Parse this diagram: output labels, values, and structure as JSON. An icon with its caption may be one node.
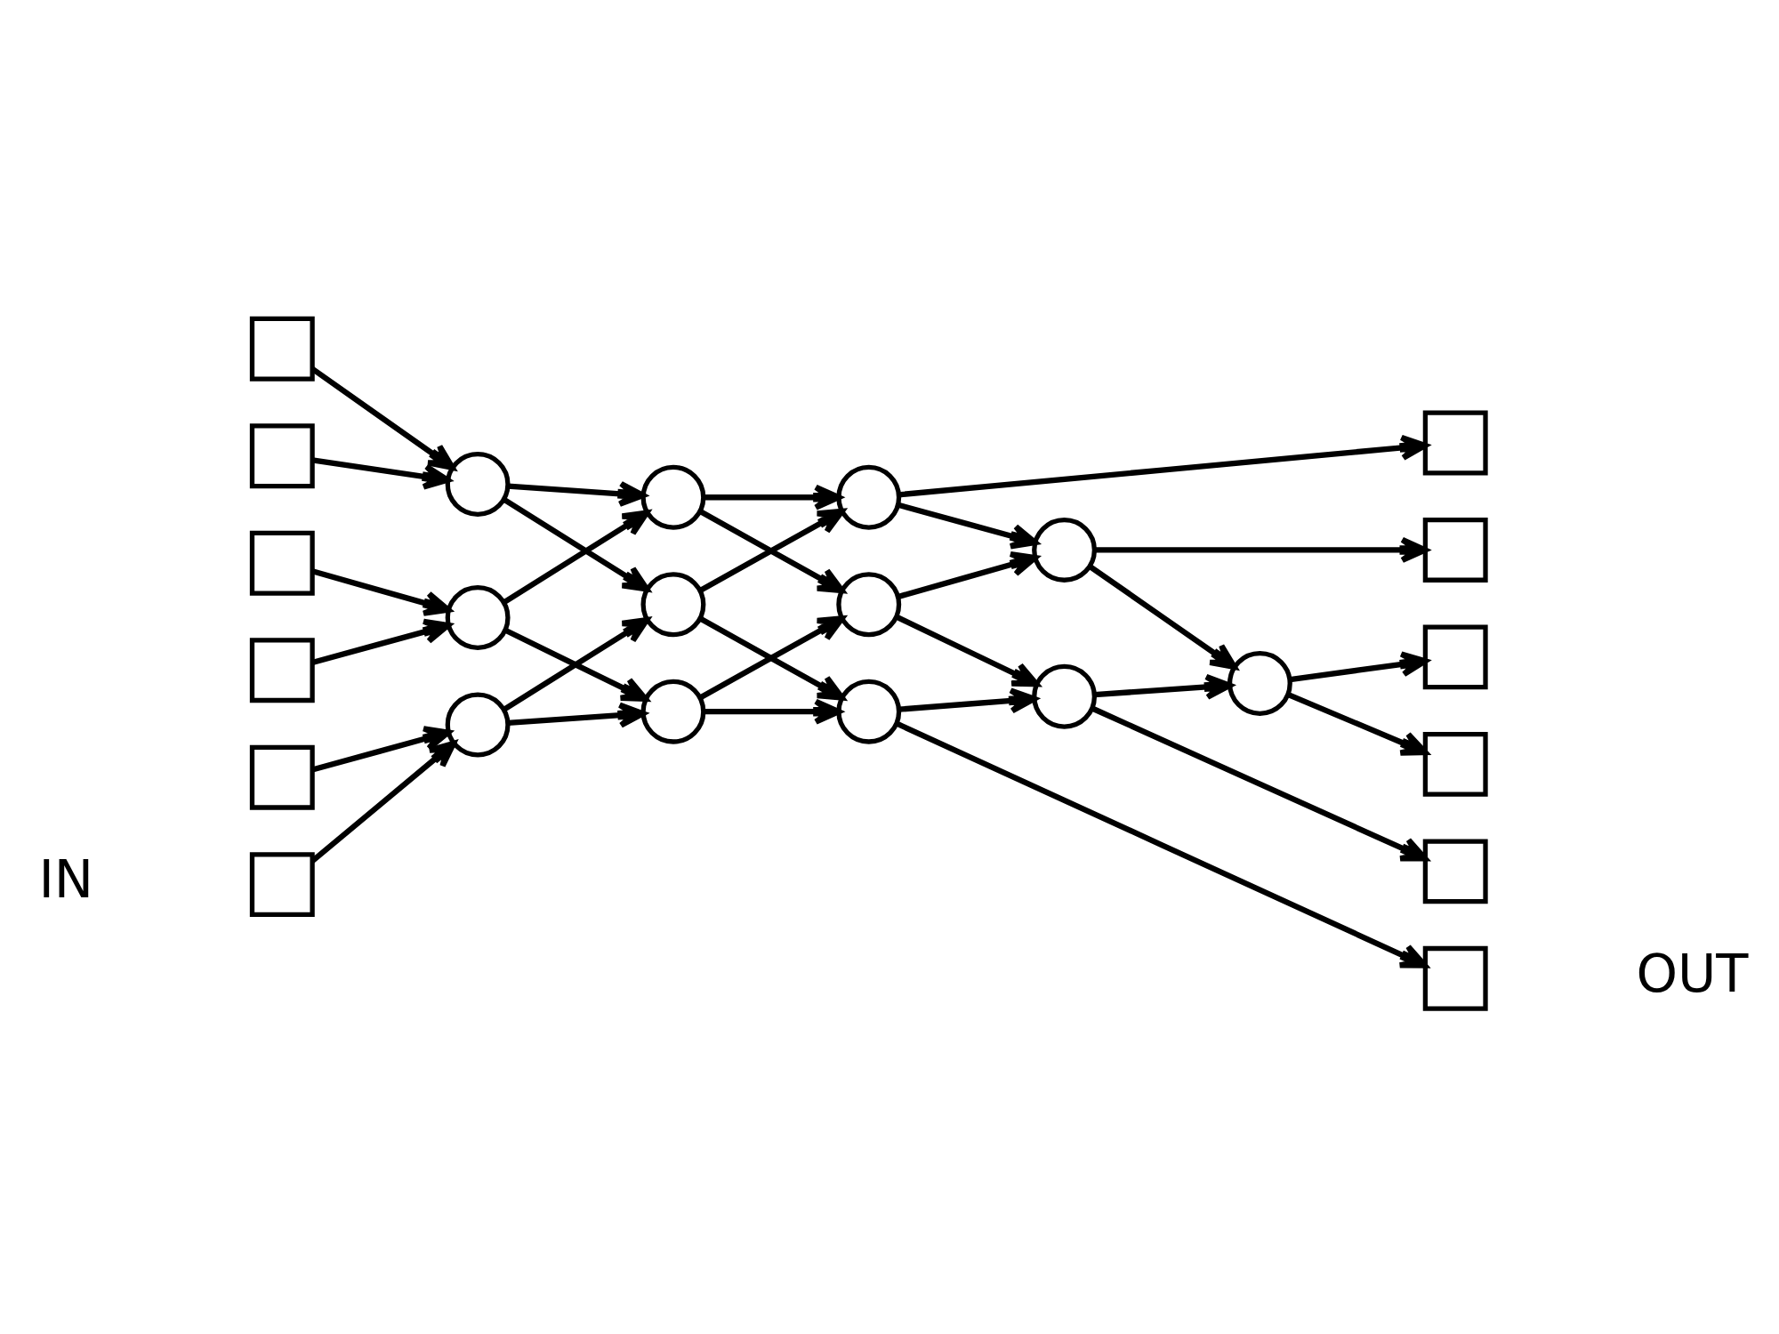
{
  "diagram": {
    "nodes": [
      {
        "text": [],
        "shape": "box"
      },
      {
        "text": [],
        "shape": "box"
      },
      {
        "text": [],
        "shape": "box"
      },
      {
        "text": [],
        "shape": "box"
      },
      {
        "text": [],
        "shape": "box"
      },
      {
        "text": [],
        "shape": "box"
      },
      {
        "text": [],
        "shape": "circle"
      },
      {
        "text": [],
        "shape": "circle"
      },
      {
        "text": [],
        "shape": "circle"
      },
      {
        "text": [],
        "shape": "circle"
      },
      {
        "text": [],
        "shape": "circle"
      },
      {
        "text": [],
        "shape": "circle"
      },
      {
        "text": [],
        "shape": "circle"
      },
      {
        "text": [],
        "shape": "circle"
      },
      {
        "text": [],
        "shape": "circle"
      },
      {
        "text": [],
        "shape": "circle"
      },
      {
        "text": [],
        "shape": "circle"
      },
      {
        "text": [],
        "shape": "circle"
      },
      {
        "text": [],
        "shape": "box"
      },
      {
        "text": [],
        "shape": "box"
      },
      {
        "text": [],
        "shape": "box"
      },
      {
        "text": [],
        "shape": "box"
      },
      {
        "text": [],
        "shape": "box"
      },
      {
        "text": [],
        "shape": "box"
      }
    ],
    "edges": [
      {
        "from": 0,
        "to": 6,
        "arrow": "to"
      },
      {
        "from": 1,
        "to": 6,
        "arrow": "to"
      },
      {
        "from": 2,
        "to": 7,
        "arrow": "to"
      },
      {
        "from": 3,
        "to": 7,
        "arrow": "to"
      },
      {
        "from": 4,
        "to": 8,
        "arrow": "to"
      },
      {
        "from": 5,
        "to": 8,
        "arrow": "to"
      },
      {
        "from": 6,
        "to": 9,
        "arrow": "to"
      },
      {
        "from": 6,
        "to": 10,
        "arrow": "to"
      },
      {
        "from": 7,
        "to": 9,
        "arrow": "to"
      },
      {
        "from": 7,
        "to": 11,
        "arrow": "to"
      },
      {
        "from": 8,
        "to": 10,
        "arrow": "to"
      },
      {
        "from": 8,
        "to": 11,
        "arrow": "to"
      },
      {
        "from": 9,
        "to": 12,
        "arrow": "to"
      },
      {
        "from": 9,
        "to": 13,
        "arrow": "to"
      },
      {
        "from": 10,
        "to": 12,
        "arrow": "to"
      },
      {
        "from": 10,
        "to": 14,
        "arrow": "to"
      },
      {
        "from": 11,
        "to": 13,
        "arrow": "to"
      },
      {
        "from": 11,
        "to": 14,
        "arrow": "to"
      },
      {
        "from": 12,
        "to": 18,
        "arrow": "to"
      },
      {
        "from": 12,
        "to": 15,
        "arrow": "to"
      },
      {
        "from": 13,
        "to": 15,
        "arrow": "to"
      },
      {
        "from": 13,
        "to": 16,
        "arrow": "to"
      },
      {
        "from": 14,
        "to": 16,
        "arrow": "to"
      },
      {
        "from": 14,
        "to": 23,
        "arrow": "to"
      },
      {
        "from": 15,
        "to": 19,
        "arrow": "to"
      },
      {
        "from": 15,
        "to": 17,
        "arrow": "to"
      },
      {
        "from": 16,
        "to": 17,
        "arrow": "to"
      },
      {
        "from": 16,
        "to": 22,
        "arrow": "to"
      },
      {
        "from": 17,
        "to": 20,
        "arrow": "to"
      },
      {
        "from": 17,
        "to": 21,
        "arrow": "to"
      }
    ],
    "labels": [
      "IN",
      "OUT"
    ]
  }
}
